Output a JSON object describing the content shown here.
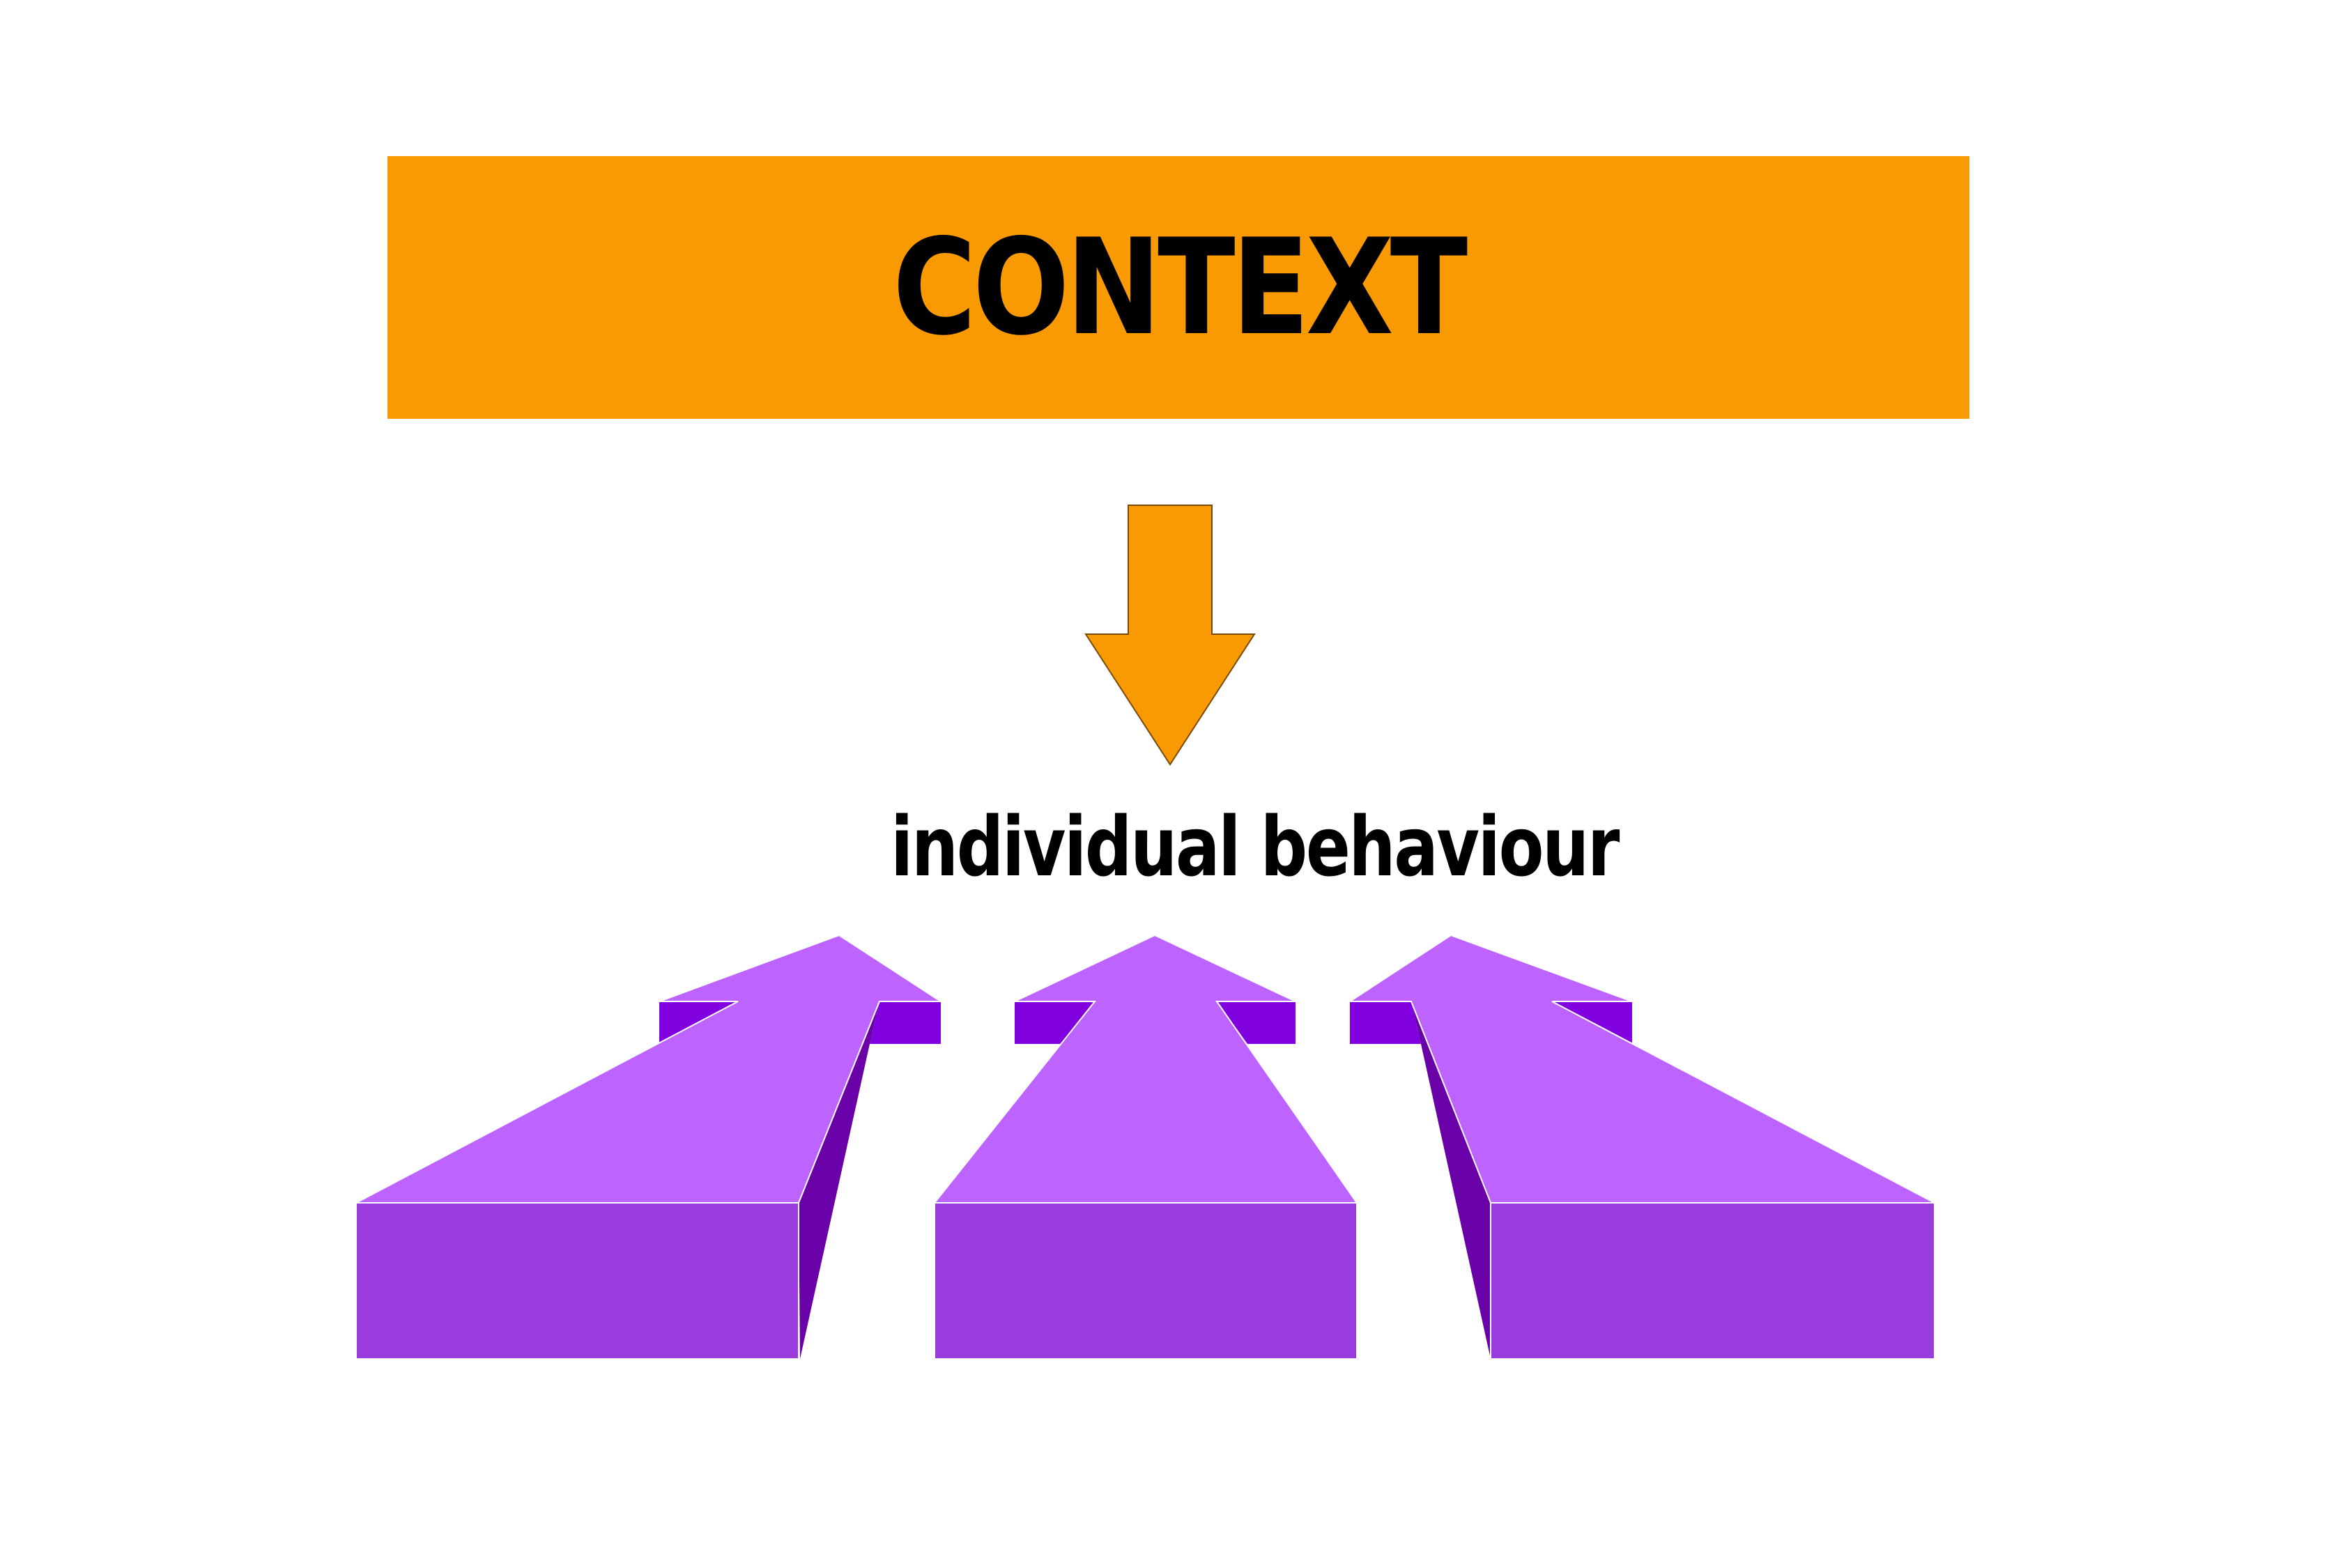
{
  "context": {
    "label": "CONTEXT",
    "box_color": "#FA9A03",
    "arrow_color": "#FA9A03"
  },
  "behaviour": {
    "label": "individual behaviour"
  },
  "arrows": {
    "top_face_color": "#BD63FF",
    "front_face_color": "#9A3CDD",
    "back_edge_color": "#8000E0",
    "side_face_color": "#6A00A8",
    "items": [
      {
        "name": "left-up-arrow",
        "direction": "up-right"
      },
      {
        "name": "center-up-arrow",
        "direction": "up"
      },
      {
        "name": "right-up-arrow",
        "direction": "up-left"
      }
    ]
  }
}
